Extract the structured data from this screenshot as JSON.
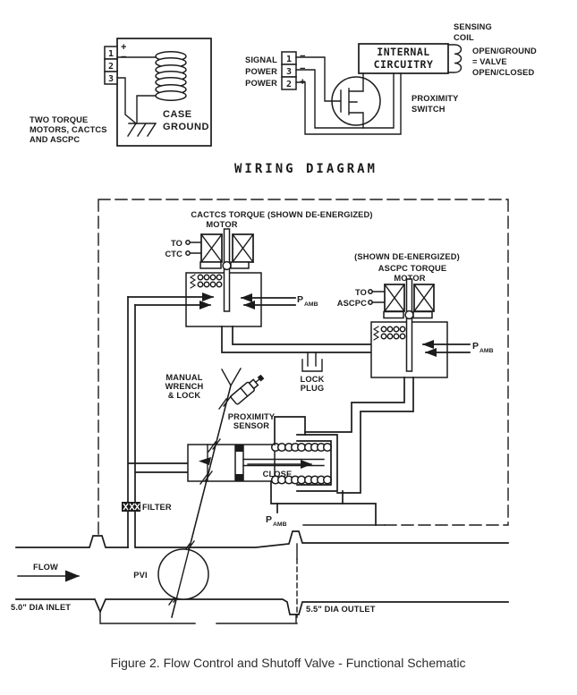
{
  "palette": {
    "ink": "#1b1b1b",
    "paper": "#ffffff"
  },
  "connector_detail": {
    "plus": "+",
    "minus": "−",
    "pin1": "1",
    "pin2": "2",
    "pin3": "3",
    "case_ground_1": "CASE",
    "case_ground_2": "GROUND",
    "note_1": "TWO TORQUE",
    "note_2": "MOTORS, CACTCS",
    "note_3": "AND ASCPC"
  },
  "proximity_circuit": {
    "sensing_1": "SENSING",
    "sensing_2": "COIL",
    "box_1": "INTERNAL",
    "box_2": "CIRCUITRY",
    "out_1": "OPEN/GROUND",
    "out_2": "= VALVE",
    "out_3": "OPEN/CLOSED",
    "lbl_signal": "SIGNAL",
    "lbl_power1": "POWER",
    "lbl_power2": "POWER",
    "pin1": "1",
    "pin3": "3",
    "pin2": "2",
    "sign1": "−",
    "sign2": "−",
    "sign3": "+",
    "switch_1": "PROXIMITY",
    "switch_2": "SWITCH"
  },
  "title": "WIRING DIAGRAM",
  "schematic": {
    "cactcs_line1": "CACTCS TORQUE (SHOWN DE-ENERGIZED)",
    "cactcs_line2": "MOTOR",
    "to_ctc_1": "TO",
    "to_ctc_2": "CTC",
    "ascpc_line0": "(SHOWN DE-ENERGIZED)",
    "ascpc_line1": "ASCPC TORQUE",
    "ascpc_line2": "MOTOR",
    "to_ascpc_1": "TO",
    "to_ascpc_2": "ASCPC",
    "pamb_p": "P",
    "pamb_sub": "AMB",
    "lock_1": "LOCK",
    "lock_2": "PLUG",
    "wrench_1": "MANUAL",
    "wrench_2": "WRENCH",
    "wrench_3": "& LOCK",
    "prox_1": "PROXIMITY",
    "prox_2": "SENSOR",
    "close_label": "CLOSE",
    "filter_label": "FILTER",
    "flow_label": "FLOW",
    "pvi_label": "PVI",
    "inlet_label": "5.0\" DIA INLET",
    "outlet_label": "5.5\" DIA OUTLET"
  },
  "caption": "Figure 2.  Flow Control and Shutoff Valve - Functional Schematic"
}
